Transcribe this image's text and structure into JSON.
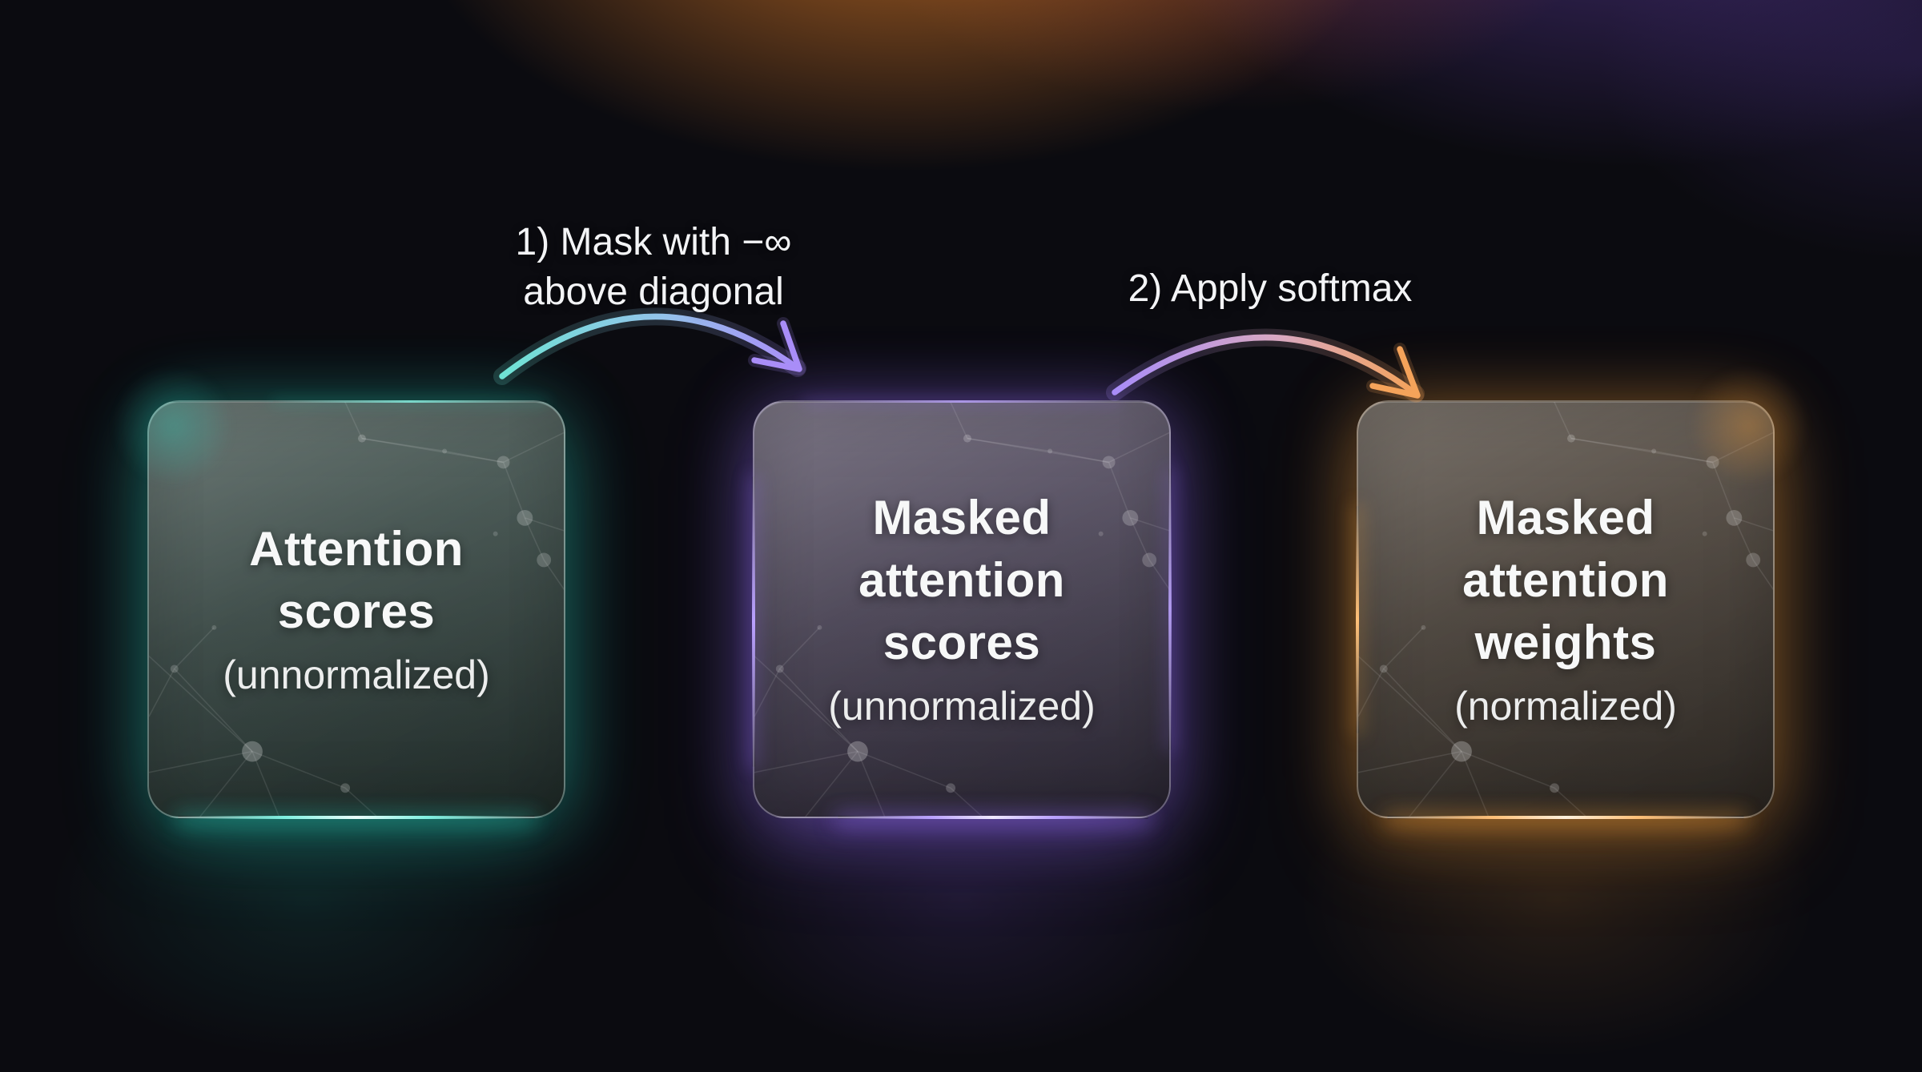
{
  "diagram": {
    "cards": [
      {
        "id": "attention-scores",
        "title_lines": [
          "Attention",
          "scores"
        ],
        "subtitle": "(unnormalized)",
        "accent": "#2dd4bf"
      },
      {
        "id": "masked-attention-scores",
        "title_lines": [
          "Masked",
          "attention",
          "scores"
        ],
        "subtitle": "(unnormalized)",
        "accent": "#a78bfa"
      },
      {
        "id": "masked-attention-weights",
        "title_lines": [
          "Masked",
          "attention",
          "weights"
        ],
        "subtitle": "(normalized)",
        "accent": "#f5a35a"
      }
    ],
    "arrows": [
      {
        "label_lines": [
          "1) Mask with −∞",
          "above diagonal"
        ],
        "from": "Attention scores",
        "to": "Masked attention scores",
        "gradient_start": "#6fe3d4",
        "gradient_mid": "#93c2ea",
        "gradient_end": "#a98df8"
      },
      {
        "label_lines": [
          "2) Apply softmax"
        ],
        "from": "Masked attention scores",
        "to": "Masked attention weights",
        "gradient_start": "#a98df8",
        "gradient_mid": "#d9a8c0",
        "gradient_end": "#f5a35a"
      }
    ],
    "palette": {
      "background_base": "#0b0b10",
      "top_glow_orange": "#c87026",
      "top_glow_red": "#a8423c",
      "top_glow_purple": "#6e46be"
    }
  }
}
